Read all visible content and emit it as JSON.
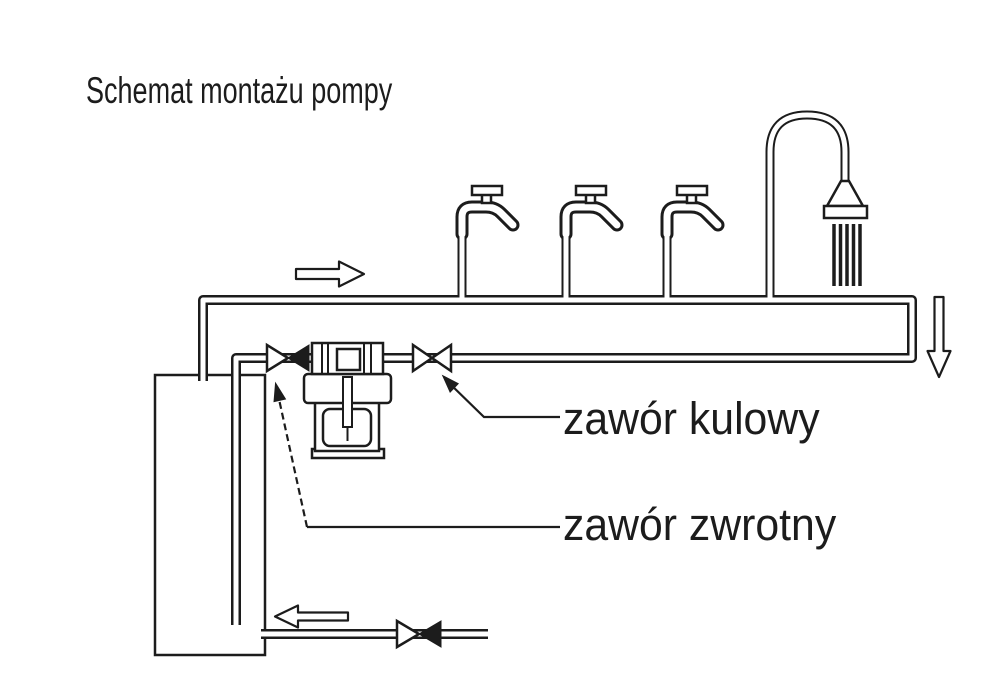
{
  "page": {
    "title": "Schemat montażu pompy",
    "background_color": "#ffffff",
    "ink_color": "#1c1c1c"
  },
  "diagram": {
    "labels": {
      "ball_valve": "zawór kulowy",
      "check_valve": "zawór zwrotny"
    },
    "components": [
      "water-tank",
      "suction-pipe",
      "check-valve-symbol",
      "pump",
      "ball-valve-symbol",
      "distribution-pipe",
      "tap-1",
      "tap-2",
      "tap-3",
      "shower",
      "inlet-pipe",
      "inlet-check-valve-symbol"
    ],
    "flow_arrows": [
      "flow-right-arrow",
      "flow-down-arrow",
      "flow-left-arrow"
    ]
  }
}
